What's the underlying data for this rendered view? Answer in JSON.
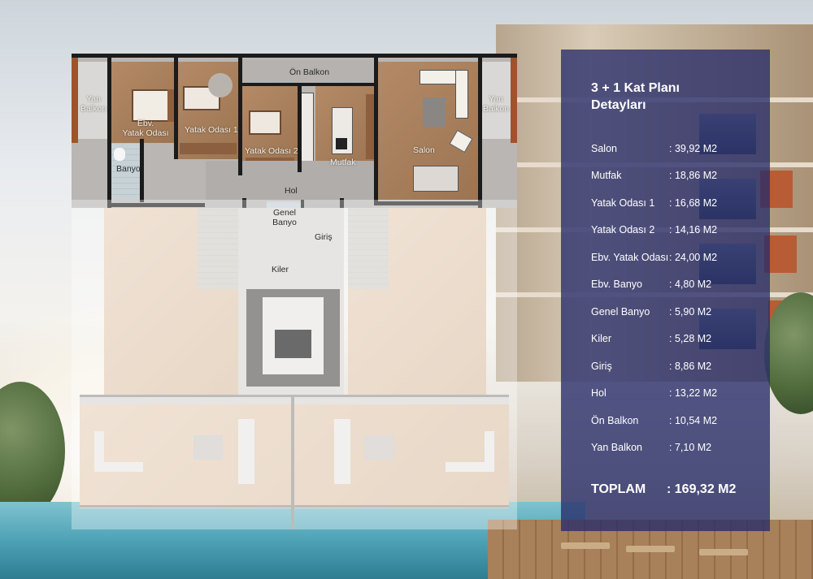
{
  "panel": {
    "title_line1": "3 + 1  Kat Planı",
    "title_line2": "Detayları",
    "rooms": [
      {
        "name": "Salon",
        "area": ": 39,92 M2"
      },
      {
        "name": "Mutfak",
        "area": ": 18,86 M2"
      },
      {
        "name": "Yatak Odası 1",
        "area": ": 16,68 M2"
      },
      {
        "name": "Yatak Odası 2",
        "area": ": 14,16 M2"
      },
      {
        "name": "Ebv. Yatak Odası",
        "area": ": 24,00 M2"
      },
      {
        "name": "Ebv. Banyo",
        "area": ": 4,80  M2"
      },
      {
        "name": "Genel Banyo",
        "area": ": 5,90  M2"
      },
      {
        "name": "Kiler",
        "area": ": 5,28  M2"
      },
      {
        "name": "Giriş",
        "area": ": 8,86  M2"
      },
      {
        "name": "Hol",
        "area": ": 13,22 M2"
      },
      {
        "name": "Ön Balkon",
        "area": ": 10,54 M2"
      },
      {
        "name": "Yan Balkon",
        "area": ": 7,10  M2"
      }
    ],
    "total_label": "TOPLAM",
    "total_value": ": 169,32 M2"
  },
  "plan": {
    "labels": {
      "yan_balkon_left_1": "Yan",
      "yan_balkon_left_2": "Balkon",
      "yan_balkon_right_1": "Yan",
      "yan_balkon_right_2": "Balkon",
      "on_balkon": "Ön Balkon",
      "ebv_yatak_1": "Ebv.",
      "ebv_yatak_2": "Yatak Odası",
      "yatak_1": "Yatak Odası 1",
      "yatak_2": "Yatak Odası 2",
      "mutfak": "Mutfak",
      "salon": "Salon",
      "banyo": "Banyo",
      "hol": "Hol",
      "genel_1": "Genel",
      "genel_2": "Banyo",
      "giris": "Giriş",
      "kiler": "Kiler"
    }
  }
}
